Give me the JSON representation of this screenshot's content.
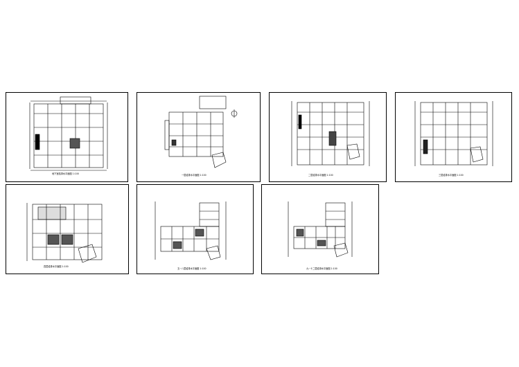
{
  "sheets": [
    {
      "id": "s1",
      "caption": "地下室给排水平面图 1:100"
    },
    {
      "id": "s2",
      "caption": "一层给排水平面图 1:100"
    },
    {
      "id": "s3",
      "caption": "二层给排水平面图 1:100"
    },
    {
      "id": "s4",
      "caption": "三层给排水平面图 1:100"
    },
    {
      "id": "s5",
      "caption": "四层给排水平面图 1:100"
    },
    {
      "id": "s6",
      "caption": "五~八层给排水平面图 1:100"
    },
    {
      "id": "s7",
      "caption": "九~十二层给排水平面图 1:100"
    }
  ]
}
